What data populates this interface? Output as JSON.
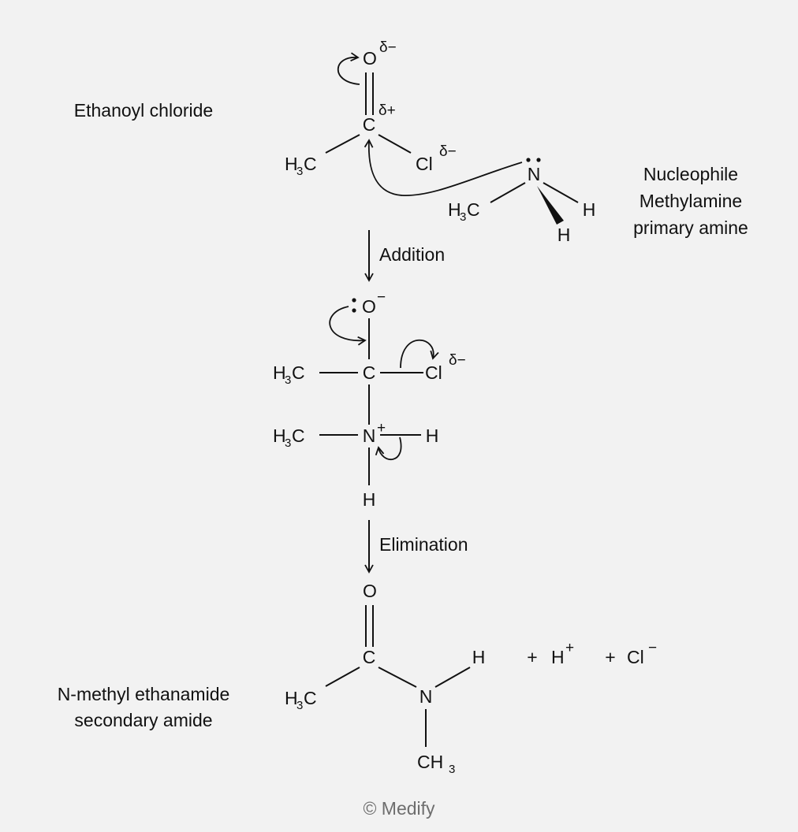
{
  "labels": {
    "reactant": "Ethanoyl chloride",
    "nucleophile_line1": "Nucleophile",
    "nucleophile_line2": "Methylamine",
    "nucleophile_line3": "primary amine",
    "step1": "Addition",
    "step2": "Elimination",
    "product_line1": "N-methyl ethanamide",
    "product_line2": "secondary amide"
  },
  "atoms": {
    "O": "O",
    "C": "C",
    "N": "N",
    "H": "H",
    "Cl": "Cl",
    "methyl_H": "H",
    "methyl_sub": "3",
    "methyl_C": "C",
    "ch3_CH": "CH",
    "ch3_sub": "3"
  },
  "charges": {
    "delta_minus": "δ−",
    "delta_plus": "δ+",
    "minus": "−",
    "plus": "+"
  },
  "byproducts": {
    "plus_sign": "+",
    "proton": "H",
    "proton_charge": "+",
    "chloride": "Cl",
    "chloride_charge": "−"
  },
  "credit": "© Medify"
}
